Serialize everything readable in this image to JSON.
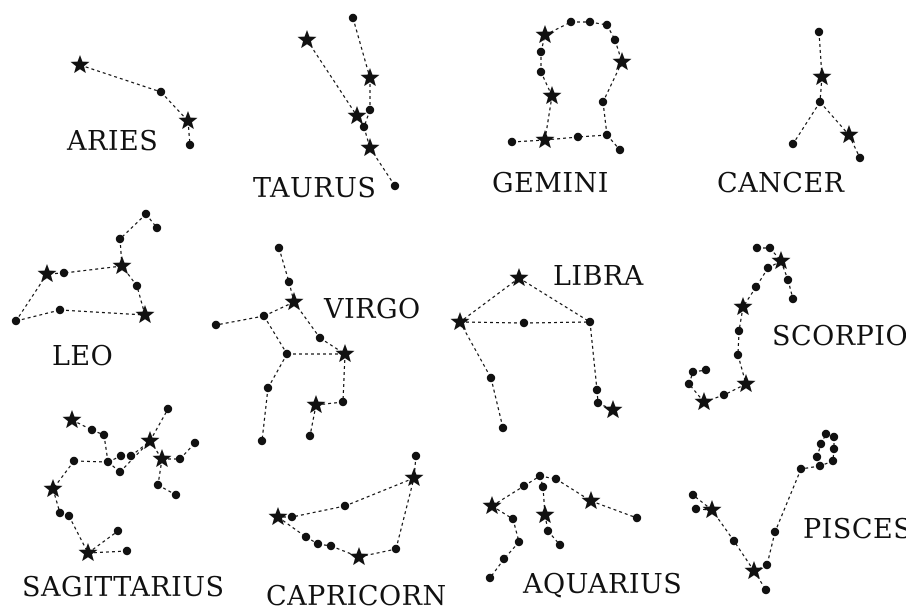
{
  "constellations": [
    {
      "name": "ARIES"
    },
    {
      "name": "TAURUS"
    },
    {
      "name": "GEMINI"
    },
    {
      "name": "CANCER"
    },
    {
      "name": "LEO"
    },
    {
      "name": "VIRGO"
    },
    {
      "name": "LIBRA"
    },
    {
      "name": "SCORPIO"
    },
    {
      "name": "SAGITTARIUS"
    },
    {
      "name": "CAPRICORN"
    },
    {
      "name": "AQUARIUS"
    },
    {
      "name": "PISCES"
    }
  ],
  "colors": {
    "ink": "#111111",
    "background": "#ffffff"
  }
}
